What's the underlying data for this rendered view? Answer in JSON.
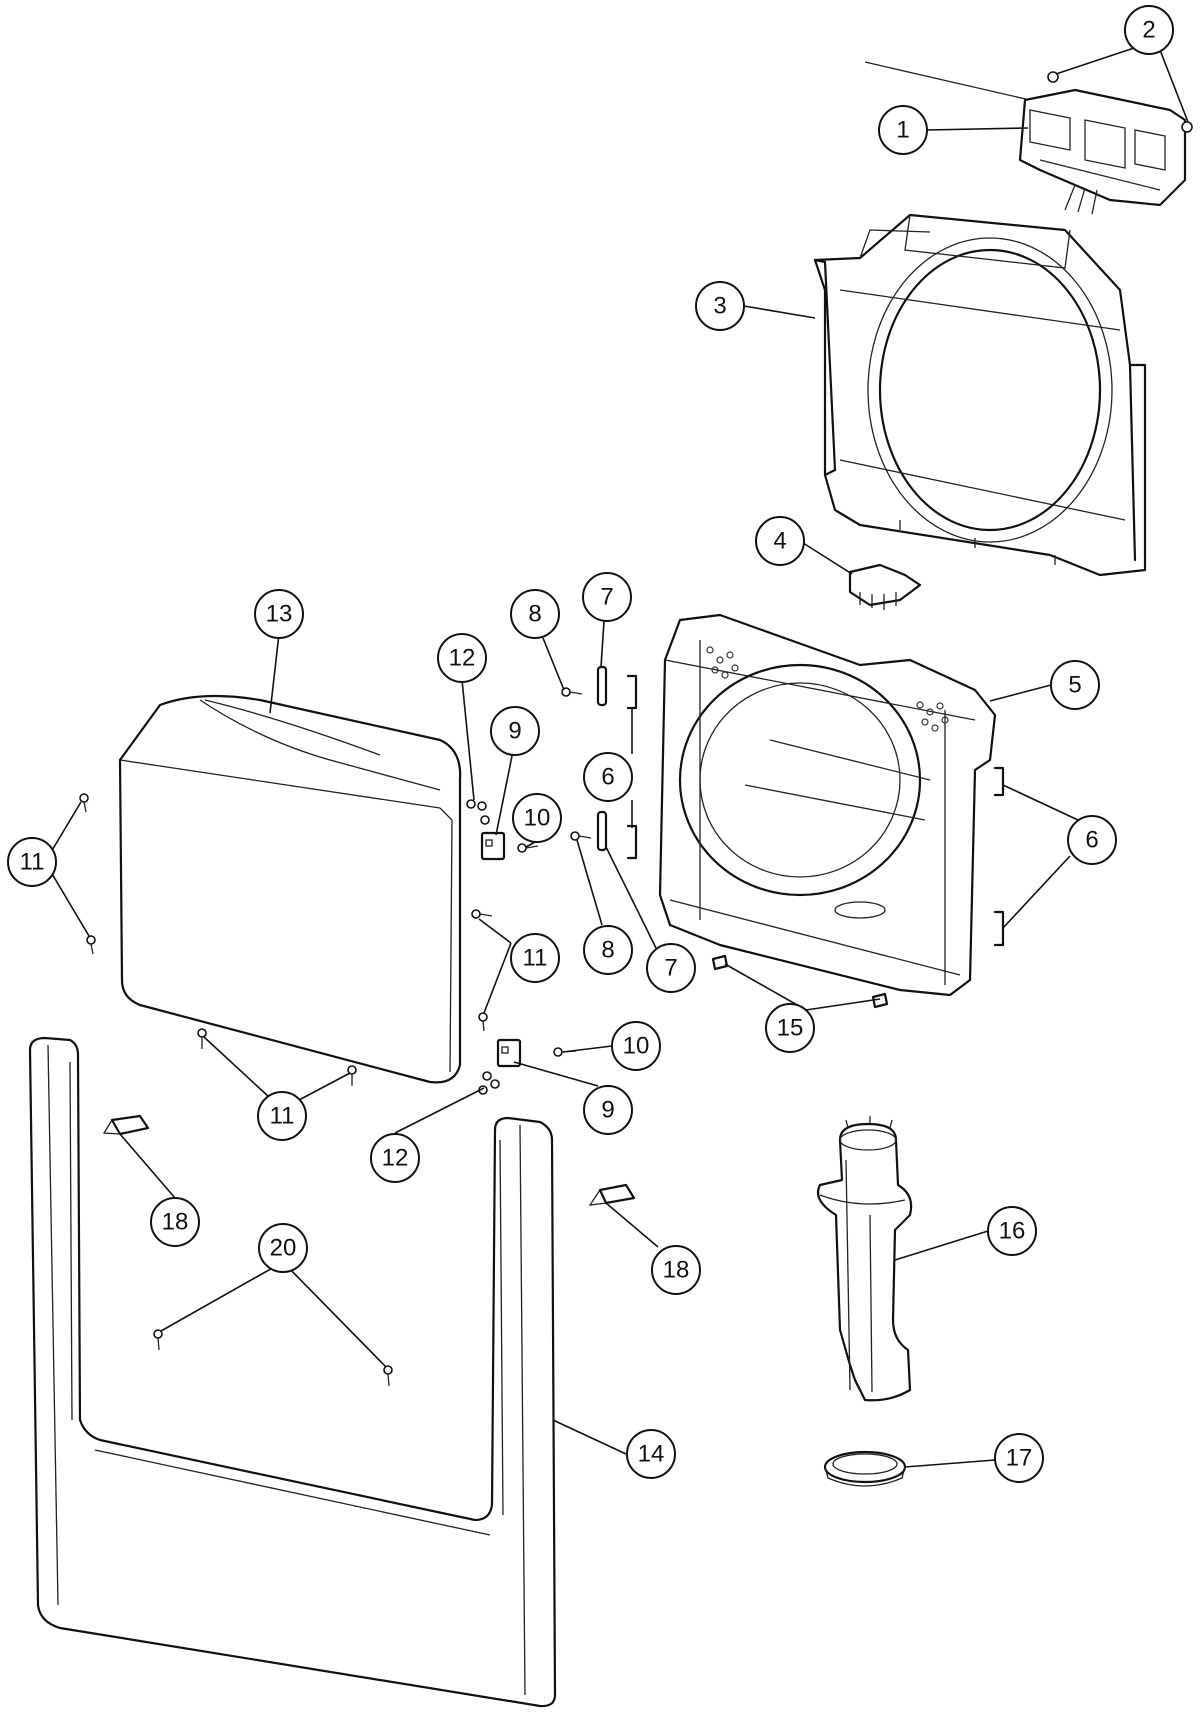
{
  "callouts": [
    {
      "id": "c-1",
      "text": "1"
    },
    {
      "id": "c-2",
      "text": "2"
    },
    {
      "id": "c-3",
      "text": "3"
    },
    {
      "id": "c-4",
      "text": "4"
    },
    {
      "id": "c-5",
      "text": "5"
    },
    {
      "id": "c-6a",
      "text": "6"
    },
    {
      "id": "c-6b",
      "text": "6"
    },
    {
      "id": "c-7a",
      "text": "7"
    },
    {
      "id": "c-7b",
      "text": "7"
    },
    {
      "id": "c-8a",
      "text": "8"
    },
    {
      "id": "c-8b",
      "text": "8"
    },
    {
      "id": "c-9a",
      "text": "9"
    },
    {
      "id": "c-9b",
      "text": "9"
    },
    {
      "id": "c-10a",
      "text": "10"
    },
    {
      "id": "c-10b",
      "text": "10"
    },
    {
      "id": "c-11a",
      "text": "11"
    },
    {
      "id": "c-11b",
      "text": "11"
    },
    {
      "id": "c-11c",
      "text": "11"
    },
    {
      "id": "c-12a",
      "text": "12"
    },
    {
      "id": "c-12b",
      "text": "12"
    },
    {
      "id": "c-13",
      "text": "13"
    },
    {
      "id": "c-14",
      "text": "14"
    },
    {
      "id": "c-15",
      "text": "15"
    },
    {
      "id": "c-16",
      "text": "16"
    },
    {
      "id": "c-17",
      "text": "17"
    },
    {
      "id": "c-18a",
      "text": "18"
    },
    {
      "id": "c-18b",
      "text": "18"
    },
    {
      "id": "c-20",
      "text": "20"
    }
  ]
}
